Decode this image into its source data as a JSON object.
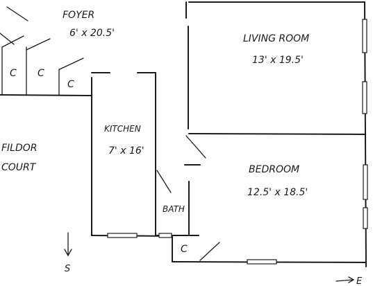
{
  "rooms": {
    "foyer": {
      "name": "FOYER",
      "size": "6' x 20.5'"
    },
    "living": {
      "name": "LIVING ROOM",
      "size": "13' x 19.5'"
    },
    "kitchen": {
      "name": "KITCHEN",
      "size": "7' x 16'"
    },
    "bedroom": {
      "name": "BEDROOM",
      "size": "12.5' x 18.5'"
    },
    "bath": {
      "name": "BATH"
    },
    "closets": [
      "C",
      "C",
      "C",
      "C"
    ]
  },
  "outside": {
    "court_line1": "FILDOR",
    "court_line2": "COURT"
  },
  "compass": {
    "south": "S",
    "east": "E"
  }
}
